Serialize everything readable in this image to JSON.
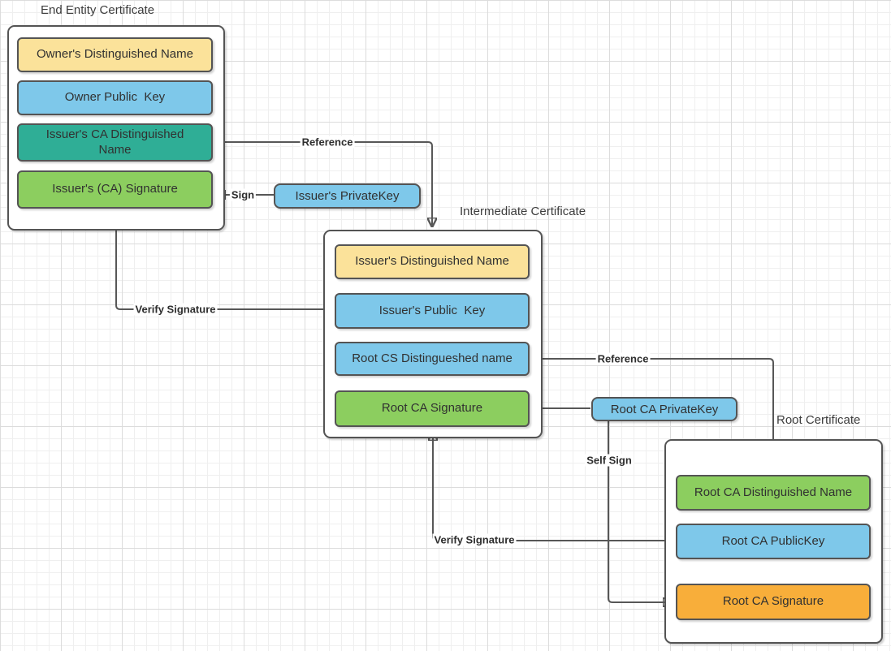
{
  "colors": {
    "field_yellow": "#fbe29a",
    "field_blue": "#7ec8ea",
    "field_teal": "#2fae96",
    "field_green": "#8cce5f",
    "field_orange": "#f8ae3a",
    "line": "#575757",
    "border": "#545454",
    "grid_minor": "#efefef",
    "grid_major": "#dcdcdc"
  },
  "groups": {
    "end_entity": {
      "title": "End Entity Certificate",
      "fields": [
        {
          "label": "Owner's Distinguished Name",
          "color": "yellow"
        },
        {
          "label": "Owner Public  Key",
          "color": "blue"
        },
        {
          "label": "Issuer's CA Distinguished\nName",
          "color": "teal"
        },
        {
          "label": "Issuer's (CA) Signature",
          "color": "green"
        }
      ]
    },
    "intermediate": {
      "title": "Intermediate Certificate",
      "fields": [
        {
          "label": "Issuer's Distinguished Name",
          "color": "yellow"
        },
        {
          "label": "Issuer's Public  Key",
          "color": "blue"
        },
        {
          "label": "Root CS Distingueshed name",
          "color": "blue"
        },
        {
          "label": "Root CA Signature",
          "color": "green"
        }
      ]
    },
    "root": {
      "title": "Root Certificate",
      "fields": [
        {
          "label": "Root CA Distinguished Name",
          "color": "green"
        },
        {
          "label": "Root CA PublicKey",
          "color": "blue"
        },
        {
          "label": "Root CA Signature",
          "color": "orange"
        }
      ]
    }
  },
  "keys": {
    "issuer_private_key": {
      "label": "Issuer's PrivateKey"
    },
    "root_ca_private_key": {
      "label": "Root CA PrivateKey"
    }
  },
  "connector_labels": {
    "reference_top": "Reference",
    "sign": "Sign",
    "verify_signature_left": "Verify Signature",
    "reference_bottom": "Reference",
    "self_sign": "Self Sign",
    "verify_signature_bottom": "Verify Signature"
  }
}
